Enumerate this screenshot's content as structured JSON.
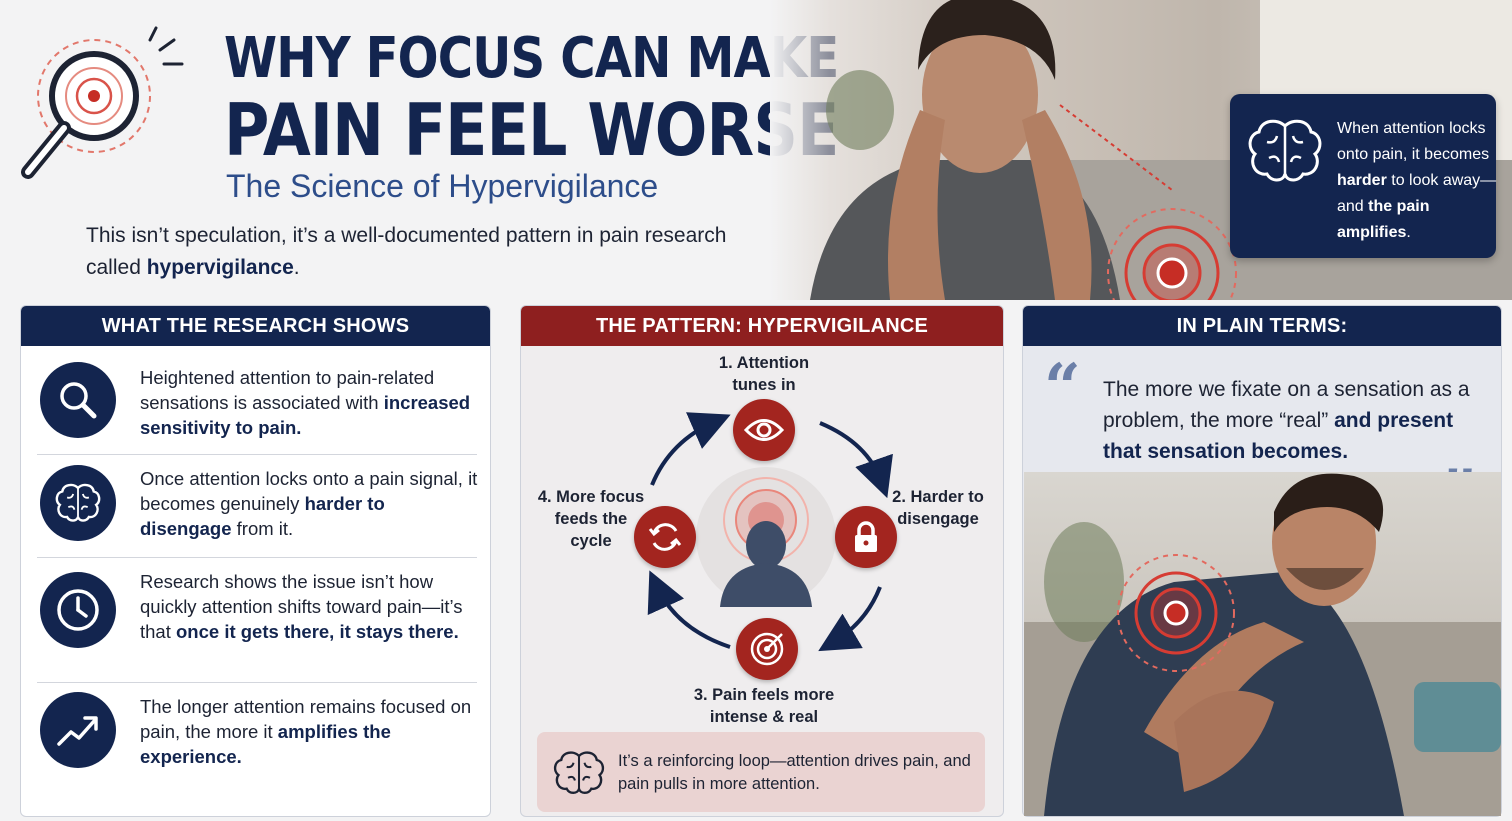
{
  "header": {
    "title_line1": "WHY FOCUS CAN MAKE",
    "title_line2": "PAIN FEEL WORSE",
    "subtitle": "The Science of Hypervigilance",
    "intro_prefix": "This isn’t speculation, it’s a well-documented pattern in pain research called ",
    "intro_highlight": "hypervigilance",
    "intro_suffix": "."
  },
  "callout": {
    "text_parts": [
      "When attention locks onto pain, it becomes ",
      "harder",
      " to look away—and ",
      "the pain amplifies",
      "."
    ],
    "icon": "brain-icon"
  },
  "research": {
    "heading": "WHAT THE RESEARCH SHOWS",
    "items": [
      {
        "icon": "search-icon",
        "parts": [
          "Heightened attention to pain-related sensations is associated with ",
          "increased sensitivity to pain.",
          ""
        ]
      },
      {
        "icon": "brain-icon",
        "parts": [
          "Once attention locks onto a pain signal, it becomes genuinely ",
          "harder to disengage",
          " from it."
        ]
      },
      {
        "icon": "clock-icon",
        "parts": [
          "Research shows the issue isn’t how quickly attention shifts toward pain—it’s that ",
          "once it gets there, it stays there.",
          ""
        ]
      },
      {
        "icon": "trend-up-icon",
        "parts": [
          "The longer attention remains focused on pain, the more it ",
          "amplifies the experience.",
          ""
        ]
      }
    ]
  },
  "pattern": {
    "heading": "THE PATTERN: HYPERVIGILANCE",
    "steps": [
      {
        "label_line1": "1. Attention",
        "label_line2": "tunes in",
        "icon": "eye-icon"
      },
      {
        "label_line1": "2. Harder to",
        "label_line2": "disengage",
        "icon": "lock-icon"
      },
      {
        "label_line1": "3. Pain feels more",
        "label_line2": "intense & real",
        "icon": "target-icon"
      },
      {
        "label_line1": "4. More focus",
        "label_line2": "feeds the",
        "label_line3": "cycle",
        "icon": "cycle-icon"
      }
    ],
    "loop_note": "It’s a reinforcing loop—attention drives pain, and pain pulls in more attention."
  },
  "plain_terms": {
    "heading": "IN PLAIN TERMS:",
    "quote_plain": "The more we fixate on a sensation as a problem, the more “real” ",
    "quote_highlight": "and present that sensation becomes."
  },
  "colors": {
    "navy": "#13254f",
    "accent_red": "#a3251f",
    "subtitle_blue": "#2d4d8a"
  }
}
